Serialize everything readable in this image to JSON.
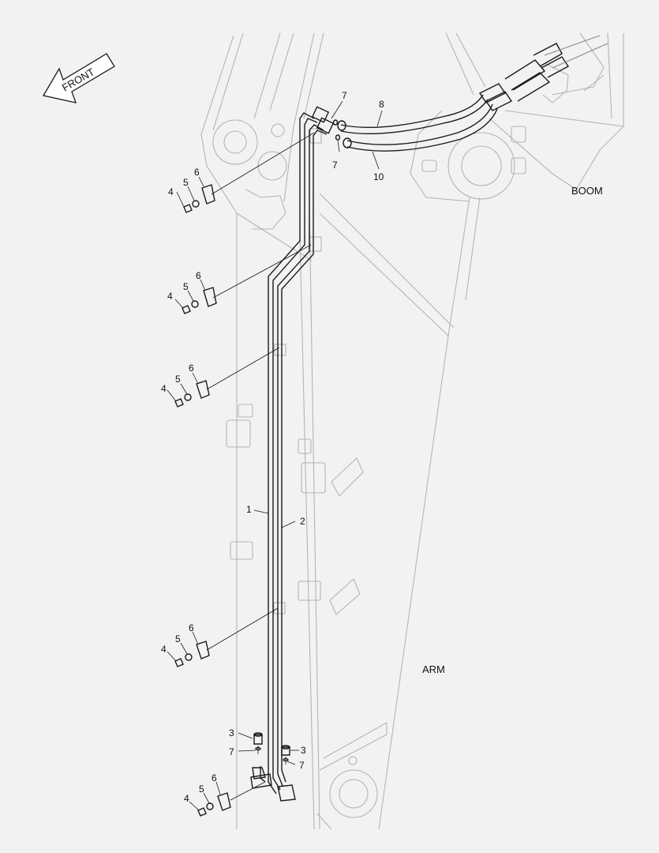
{
  "direction_label": "FRONT",
  "region_labels": {
    "boom": "BOOM",
    "arm": "ARM"
  },
  "callouts": {
    "pipe_1": "1",
    "pipe_2": "2",
    "plug_3": "3",
    "bolt_4": "4",
    "washer_5": "5",
    "clamp_6": "6",
    "oring_7": "7",
    "hose_8": "8",
    "hose_10": "10"
  },
  "colors": {
    "background": "#f2f2f2",
    "structure": "#b4b4b4",
    "parts": "#1a1a1a"
  },
  "icons": [
    "front-arrow-icon",
    "bolt-icon",
    "washer-icon",
    "clamp-icon",
    "plug-icon",
    "fitting-icon"
  ]
}
